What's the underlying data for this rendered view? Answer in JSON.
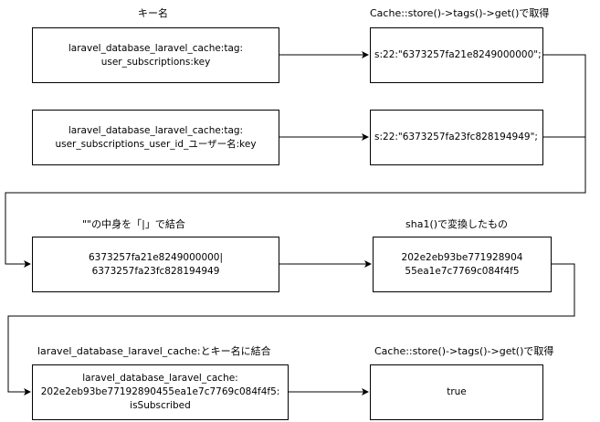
{
  "labels": {
    "key_name": "キー名",
    "store_get_1": "Cache::store()->tags()->get()で取得",
    "join_label": "\"\"の中身を「|」で結合",
    "sha1_label": "sha1()で変換したもの",
    "concat_label": "laravel_database_laravel_cache:とキー名に結合",
    "store_get_2": "Cache::store()->tags()->get()で取得"
  },
  "boxes": {
    "tag_key_1": [
      "laravel_database_laravel_cache:tag:",
      "user_subscriptions:key"
    ],
    "value_1": [
      "s:22:\"6373257fa21e8249000000\";"
    ],
    "tag_key_2": [
      "laravel_database_laravel_cache:tag:",
      "user_subscriptions_user_id_ユーザー名:key"
    ],
    "value_2": [
      "s:22:\"6373257fa23fc828194949\";"
    ],
    "joined": [
      "6373257fa21e8249000000|",
      "6373257fa23fc828194949"
    ],
    "sha1": [
      "202e2eb93be771928904",
      "55ea1e7c7769c084f4f5"
    ],
    "cache_key": [
      "laravel_database_laravel_cache:",
      "202e2eb93be77192890455ea1e7c7769c084f4f5:",
      "isSubscribed"
    ],
    "result": [
      "true"
    ]
  }
}
